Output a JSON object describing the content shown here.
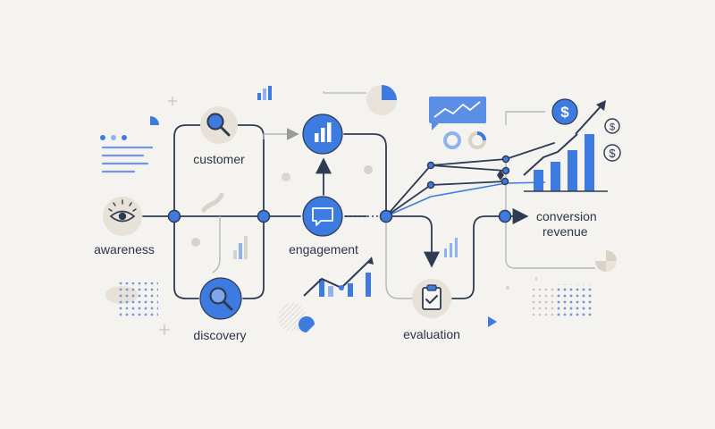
{
  "stages": {
    "awareness": "awareness",
    "customer": "customer",
    "discovery": "discovery",
    "engagement": "engagement",
    "evaluation": "evaluation",
    "conversion": "conversion",
    "revenue": "revenue"
  },
  "colors": {
    "background": "#f4f3f0",
    "line_dark": "#2f3b52",
    "line_light": "#b7b7b7",
    "accent_blue": "#3d7be0",
    "accent_blue_light": "#8fb3ef",
    "node_beige": "#e7e1d8",
    "text": "#2b3447"
  },
  "icons": {
    "awareness": "eye-lightbulb-icon",
    "customer": "magnifier-icon",
    "discovery": "magnifier-icon",
    "engagement": "chat-bubble-icon",
    "top": "bar-chart-icon",
    "evaluation": "clipboard-check-icon",
    "revenue": "dollar-coin-icon"
  }
}
